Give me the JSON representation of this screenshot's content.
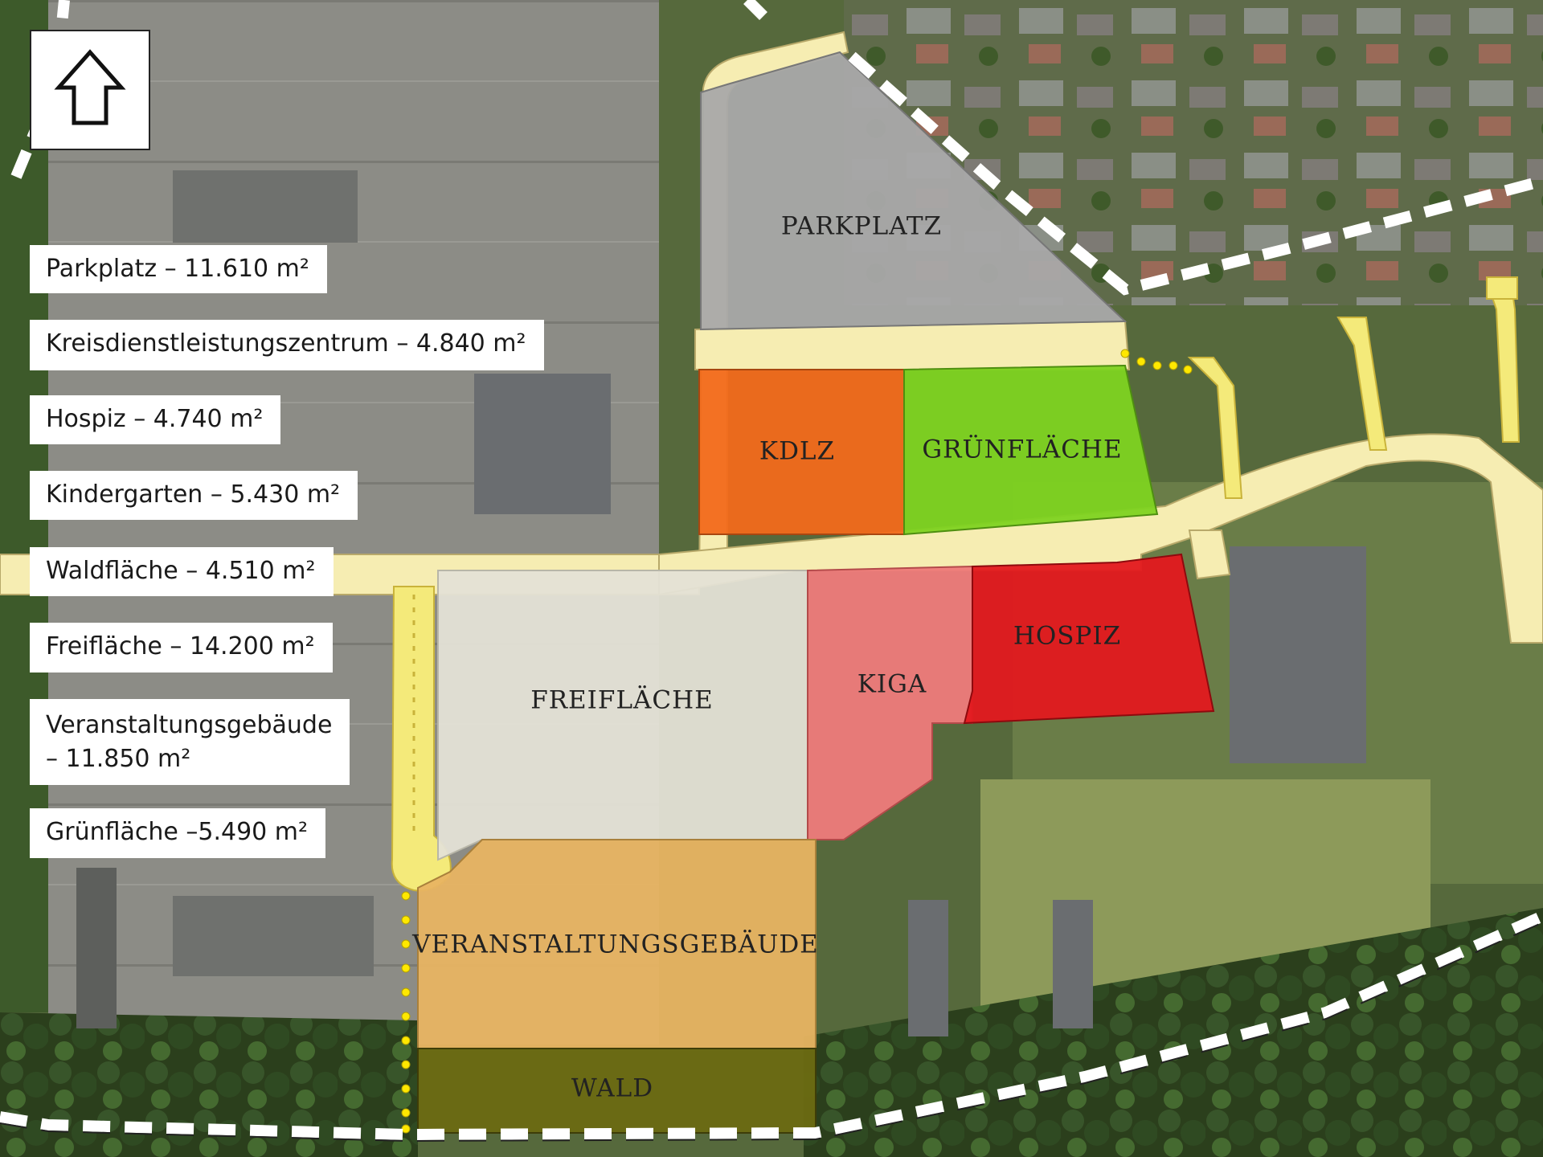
{
  "map": {
    "type": "site-plan",
    "palette": {
      "parkplatz": "#a9a9a9",
      "kdlz": "#f26a1b",
      "gruenflaeche": "#7ed321",
      "freiflaeche": "#e4e2d6",
      "kiga": "#ef7b7b",
      "hospiz": "#e3191f",
      "veranstaltungsgebaeude": "#e8b462",
      "wald": "#6b6a12",
      "road": "#f6edb2",
      "path": "#f4ea7a",
      "boundary": "#ffffff"
    },
    "zones": {
      "parkplatz": "PARKPLATZ",
      "kdlz": "KDLZ",
      "gruenflaeche": "GRÜNFLÄCHE",
      "freiflaeche": "FREIFLÄCHE",
      "kiga": "KIGA",
      "hospiz": "HOSPIZ",
      "veranstaltungsgebaeude": "VERANSTALTUNGSGEBÄUDE",
      "wald": "WALD"
    },
    "legend": [
      "Parkplatz – 11.610 m²",
      "Kreisdienstleistungszentrum – 4.840 m²",
      "Hospiz – 4.740 m²",
      "Kindergarten – 5.430 m²",
      "Waldfläche – 4.510 m²",
      "Freifläche – 14.200 m²",
      "Veranstaltungsgebäude",
      "– 11.850 m²",
      "Grünfläche –5.490 m²"
    ],
    "icons": {
      "north": "north-arrow-icon"
    }
  }
}
